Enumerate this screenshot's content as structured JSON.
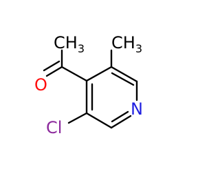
{
  "molecule": {
    "atoms": {
      "methyl_1": {
        "element": "C",
        "sub": "3",
        "label": "CH"
      },
      "methyl_2": {
        "element": "C",
        "sub": "3",
        "label": "CH"
      },
      "oxygen": {
        "element": "O",
        "label": "O"
      },
      "chlorine": {
        "element": "Cl",
        "label": "Cl"
      },
      "nitrogen": {
        "element": "N",
        "label": "N"
      }
    }
  },
  "colors": {
    "bond": "#000000",
    "carbon_label": "#000000",
    "oxygen": "#ff0d0d",
    "chlorine": "#8c2a9c",
    "nitrogen": "#1f1fe0"
  }
}
